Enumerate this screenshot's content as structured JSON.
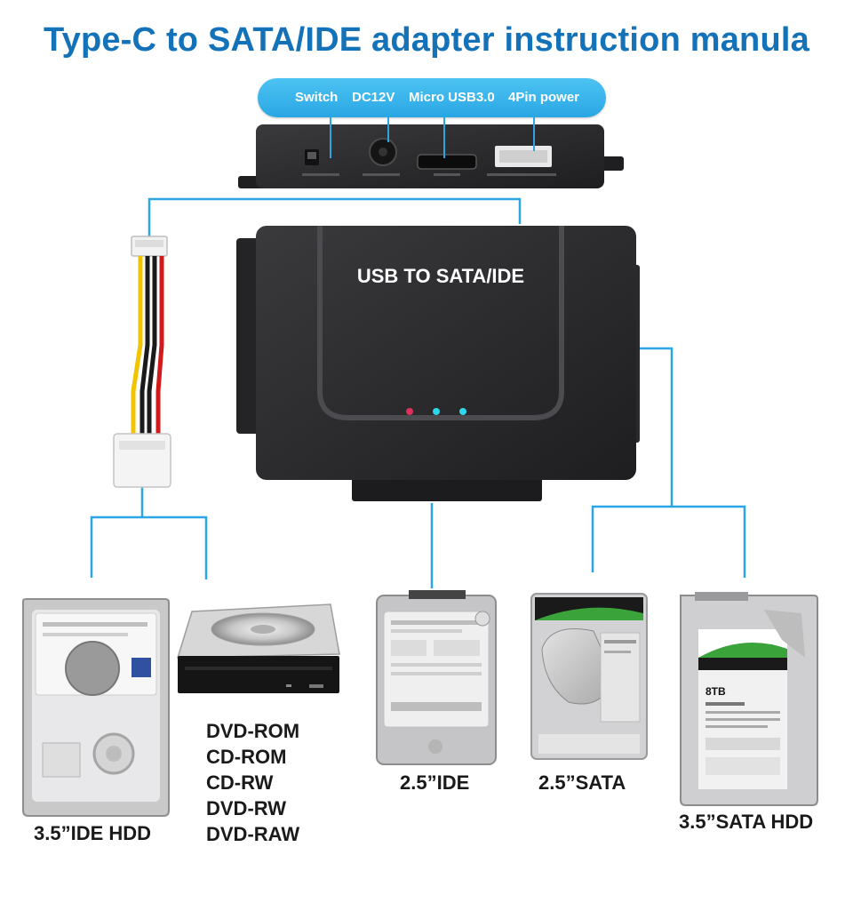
{
  "title": "Type-C to SATA/IDE adapter instruction manula",
  "ports": {
    "switch": "Switch",
    "dc12v": "DC12V",
    "micro_usb": "Micro USB3.0",
    "power_4pin": "4Pin power"
  },
  "adapter_label": "USB TO SATA/IDE",
  "devices": {
    "ide35": "3.5”IDE HDD",
    "dvd": [
      "DVD-ROM",
      "CD-ROM",
      "CD-RW",
      "DVD-RW",
      "DVD-RAW"
    ],
    "ide25": "2.5”IDE",
    "sata25": "2.5”SATA",
    "sata35": "3.5”SATA HDD",
    "sata35_capacity": "8TB"
  },
  "colors": {
    "title": "#1472b8",
    "connector_line": "#2aa6e4",
    "adapter_body": "#2a2a2c",
    "led_red": "#e0305a",
    "led_cyan": "#2fd6e8"
  }
}
